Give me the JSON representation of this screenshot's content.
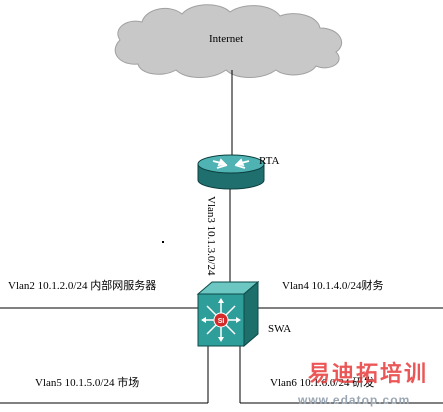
{
  "cloud": {
    "label": "Internet"
  },
  "router": {
    "label": "RTA"
  },
  "switch": {
    "label": "SWA",
    "badge": "SI"
  },
  "links": {
    "vlan3": "Vlan3 10.1.3.0/24"
  },
  "vlans": {
    "vlan2": "Vlan2 10.1.2.0/24 内部网服务器",
    "vlan4": "Vlan4 10.1.4.0/24财务",
    "vlan5": "Vlan5 10.1.5.0/24 市场",
    "vlan6": "Vlan6 10.1.6.0/24  研发"
  },
  "watermark": {
    "cn": "易迪拓培训",
    "url": "www.edatop.com"
  },
  "colors": {
    "cloud": "#c8c8c8",
    "router": "#2a8d8d",
    "switch": "#2e9e9a",
    "line": "#000000",
    "watermark": "#e83a3a"
  }
}
